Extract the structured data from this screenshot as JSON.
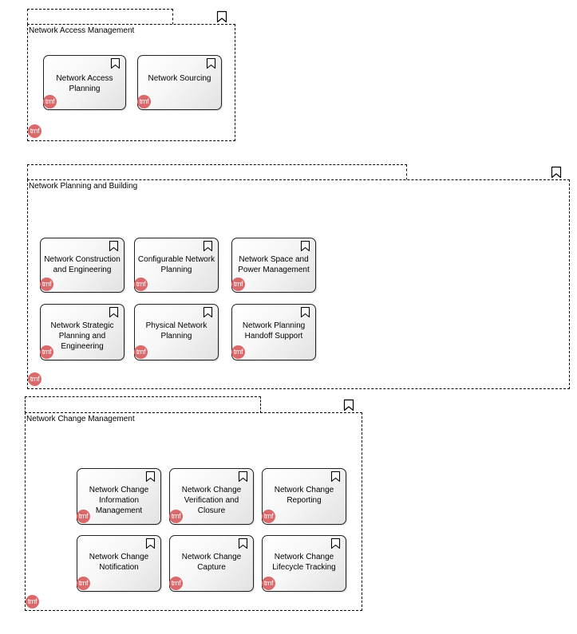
{
  "badge_text": "tmf",
  "icons": {
    "group": "bookmark-icon",
    "card": "bookmark-icon",
    "badge": "tmf-badge"
  },
  "colors": {
    "badge": "#d9696b",
    "border": "#000000"
  },
  "groups": [
    {
      "title": "Network Access Management",
      "cards": [
        {
          "label": "Network Access Planning"
        },
        {
          "label": "Network Sourcing"
        }
      ]
    },
    {
      "title": "Network Planning and Building",
      "cards": [
        {
          "label": "Network Construction and Engineering"
        },
        {
          "label": "Configurable Network Planning"
        },
        {
          "label": "Network Space and Power Management"
        },
        {
          "label": "Network Strategic Planning and Engineering"
        },
        {
          "label": "Physical Network Planning"
        },
        {
          "label": "Network Planning Handoff Support"
        }
      ]
    },
    {
      "title": "Network Change Management",
      "cards": [
        {
          "label": "Network Change Information Management"
        },
        {
          "label": "Network Change Verification and Closure"
        },
        {
          "label": "Network Change Reporting"
        },
        {
          "label": "Network Change Notification"
        },
        {
          "label": "Network Change Capture"
        },
        {
          "label": "Network Change Lifecycle Tracking"
        }
      ]
    }
  ]
}
